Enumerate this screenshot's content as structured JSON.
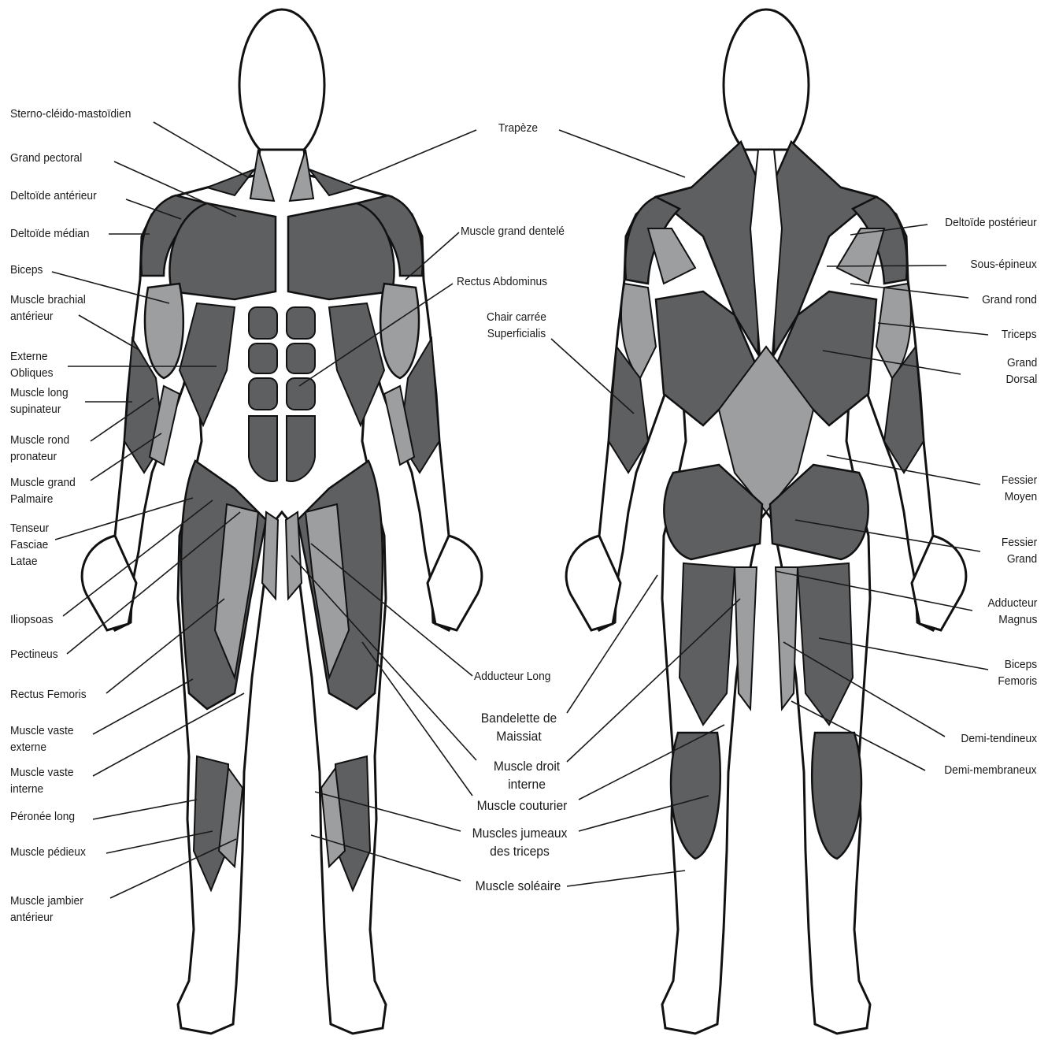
{
  "colors": {
    "outline": "#111111",
    "muscle_dark": "#5e5f61",
    "muscle_light": "#9d9ea0",
    "body_fill": "#ffffff",
    "leader": "#1a1a1a"
  },
  "labels": {
    "sterno": [
      "Sterno-cléido-mastoïdien"
    ],
    "grand_pectoral": [
      "Grand pectoral"
    ],
    "deltoide_anterieur": [
      "Deltoïde antérieur"
    ],
    "deltoide_median": [
      "Deltoïde médian"
    ],
    "biceps": [
      "Biceps"
    ],
    "brachial": [
      "Muscle brachial",
      "antérieur"
    ],
    "externe_obliques": [
      "Externe",
      "Obliques"
    ],
    "long_supinateur": [
      "Muscle long",
      "supinateur"
    ],
    "rond_pronateur": [
      "Muscle rond",
      "pronateur"
    ],
    "grand_palmaire": [
      "Muscle grand",
      "Palmaire"
    ],
    "tenseur": [
      "Tenseur",
      "Fasciae",
      "Latae"
    ],
    "iliopsoas": [
      "Iliopsoas"
    ],
    "pectineus": [
      "Pectineus"
    ],
    "rectus_femoris": [
      "Rectus Femoris"
    ],
    "vaste_externe": [
      "Muscle vaste",
      "externe"
    ],
    "vaste_interne": [
      "Muscle vaste",
      "interne"
    ],
    "peronee_long": [
      "Péronée long"
    ],
    "pedieux": [
      "Muscle pédieux"
    ],
    "jambier": [
      "Muscle jambier",
      "antérieur"
    ],
    "trapeze": [
      "Trapèze"
    ],
    "grand_dentele": [
      "Muscle grand dentelé"
    ],
    "rectus_abdominus": [
      "Rectus Abdominus"
    ],
    "chair_carree": [
      "Chair carrée",
      "Superficialis"
    ],
    "adducteur_long": [
      "Adducteur Long"
    ],
    "bandelette": [
      "Bandelette de",
      "Maissiat"
    ],
    "droit_interne": [
      "Muscle droit",
      "interne"
    ],
    "couturier": [
      "Muscle couturier"
    ],
    "jumeaux": [
      "Muscles jumeaux",
      "des triceps"
    ],
    "soleaire": [
      "Muscle soléaire"
    ],
    "deltoide_posterieur": [
      "Deltoïde postérieur"
    ],
    "sous_epineux": [
      "Sous-épineux"
    ],
    "grand_rond": [
      "Grand rond"
    ],
    "triceps": [
      "Triceps"
    ],
    "grand_dorsal": [
      "Grand",
      "Dorsal"
    ],
    "fessier_moyen": [
      "Fessier",
      "Moyen"
    ],
    "fessier_grand": [
      "Fessier",
      "Grand"
    ],
    "adducteur_magnus": [
      "Adducteur",
      "Magnus"
    ],
    "biceps_femoris": [
      "Biceps",
      "Femoris"
    ],
    "demi_tendineux": [
      "Demi-tendineux"
    ],
    "demi_membraneux": [
      "Demi-membraneux"
    ]
  }
}
